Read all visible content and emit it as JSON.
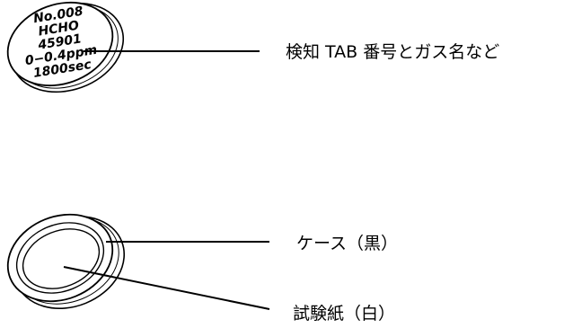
{
  "tab_label": {
    "lines": [
      "No.008",
      "HCHO",
      "45901",
      "0−0.4ppm",
      "1800sec"
    ]
  },
  "callouts": {
    "tab_info": "検知 TAB 番号とガス名など",
    "case": "ケース（黒）",
    "test_paper": "試験紙（白）"
  },
  "colors": {
    "line": "#000000",
    "background": "#ffffff"
  }
}
